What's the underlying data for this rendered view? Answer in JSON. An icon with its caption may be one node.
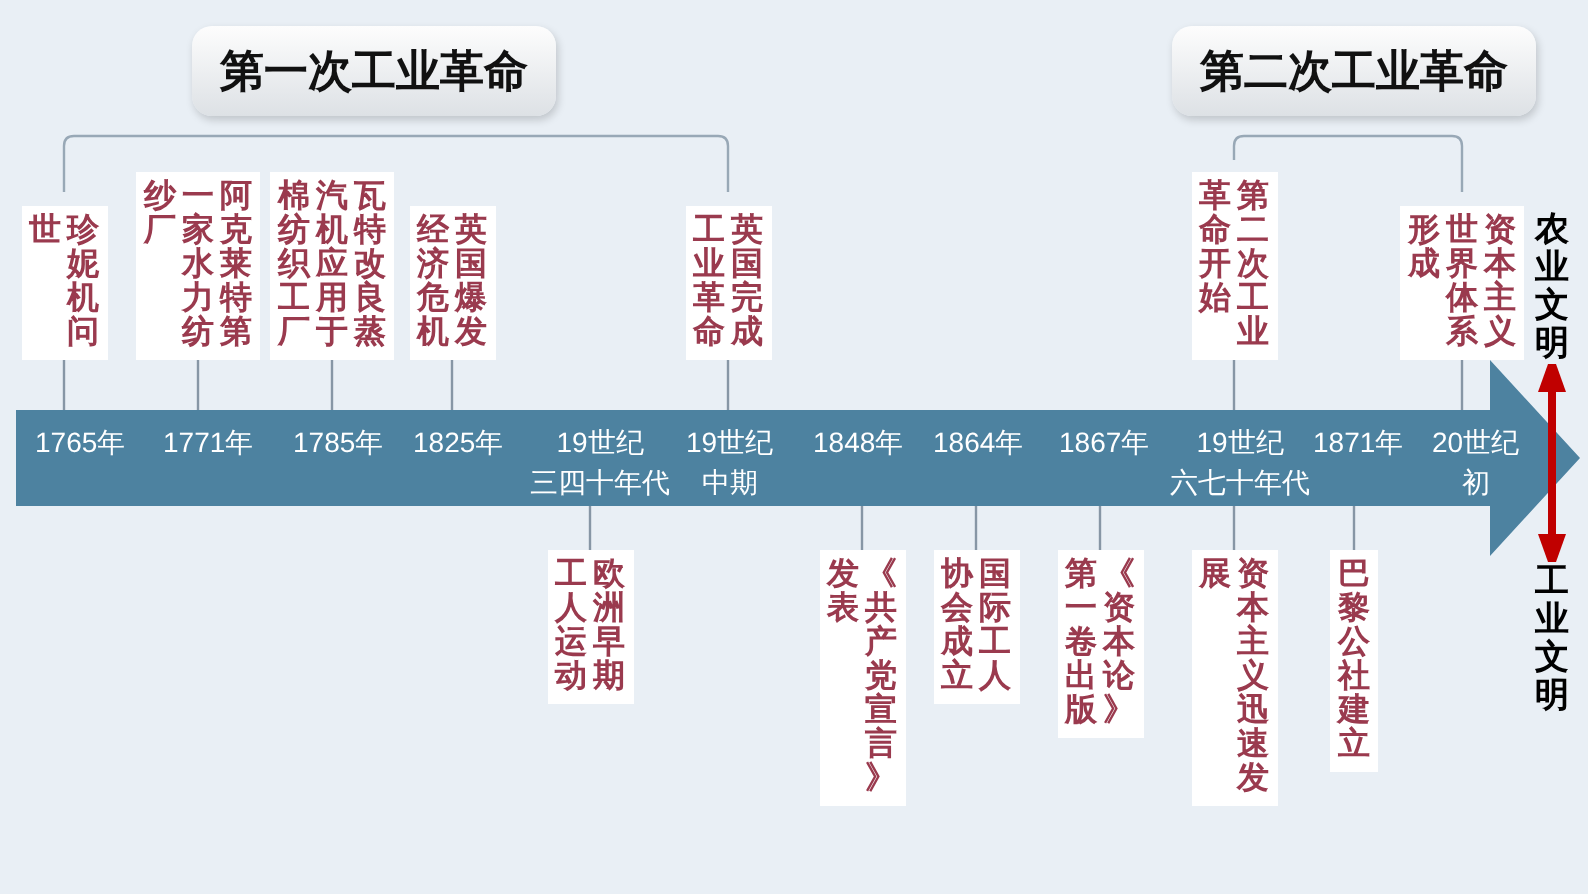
{
  "diagram": {
    "nodes": [
      {
        "text": [
          "第一次工业革命"
        ]
      },
      {
        "text": [
          "第二次工业革命"
        ]
      },
      {
        "text": [
          "珍妮机问世"
        ]
      },
      {
        "text": [
          "阿克莱特第一家水力纺纱厂"
        ]
      },
      {
        "text": [
          "瓦特改良蒸汽机应用于棉纺织工厂"
        ]
      },
      {
        "text": [
          "英国爆发经济危机"
        ]
      },
      {
        "text": [
          "英国完成工业革命"
        ]
      },
      {
        "text": [
          "第二次工业革命开始"
        ]
      },
      {
        "text": [
          "资本主义世界体系形成"
        ]
      },
      {
        "text": [
          "农业文明"
        ]
      },
      {
        "text": [],
        "shape": "arrow"
      },
      {
        "text": [
          "1765年"
        ],
        "in": 10
      },
      {
        "text": [
          "1771年"
        ],
        "in": 10
      },
      {
        "text": [
          "1785年"
        ],
        "in": 10
      },
      {
        "text": [
          "1825年"
        ],
        "in": 10
      },
      {
        "text": [
          "19世纪三四十年代"
        ],
        "in": 10
      },
      {
        "text": [
          "19世纪中期"
        ],
        "in": 10
      },
      {
        "text": [
          "1848年"
        ],
        "in": 10
      },
      {
        "text": [
          "1864年"
        ],
        "in": 10
      },
      {
        "text": [
          "1867年"
        ],
        "in": 10
      },
      {
        "text": [
          "19世纪六七十年代"
        ],
        "in": 10
      },
      {
        "text": [
          "1871年"
        ],
        "in": 10
      },
      {
        "text": [
          "20世纪初"
        ],
        "in": 10
      },
      {
        "text": [
          "欧洲早期工人运动"
        ]
      },
      {
        "text": [
          "《共产党宣言》发表"
        ]
      },
      {
        "text": [
          "国际工人协会成立"
        ]
      },
      {
        "text": [
          "《资本论》第一卷出版"
        ]
      },
      {
        "text": [
          "资本主义迅速发展"
        ]
      },
      {
        "text": [
          "巴黎公社建立"
        ]
      },
      {
        "text": [
          "工业文明"
        ]
      }
    ],
    "edges": [
      {
        "from": 2,
        "to": 11,
        "arrow": "none"
      },
      {
        "from": 3,
        "to": 12,
        "arrow": "none"
      },
      {
        "from": 4,
        "to": 13,
        "arrow": "none"
      },
      {
        "from": 5,
        "to": 14,
        "arrow": "none"
      },
      {
        "from": 6,
        "to": 16,
        "arrow": "none"
      },
      {
        "from": 7,
        "to": 20,
        "arrow": "none"
      },
      {
        "from": 8,
        "to": 22,
        "arrow": "none"
      },
      {
        "from": 23,
        "to": 15,
        "arrow": "none"
      },
      {
        "from": 24,
        "to": 17,
        "arrow": "none"
      },
      {
        "from": 25,
        "to": 18,
        "arrow": "none"
      },
      {
        "from": 26,
        "to": 19,
        "arrow": "none"
      },
      {
        "from": 27,
        "to": 20,
        "arrow": "none"
      },
      {
        "from": 28,
        "to": 21,
        "arrow": "none"
      },
      {
        "from": 9,
        "to": 29,
        "arrow": "both",
        "style": "thick",
        "color": "#c00000"
      }
    ]
  }
}
